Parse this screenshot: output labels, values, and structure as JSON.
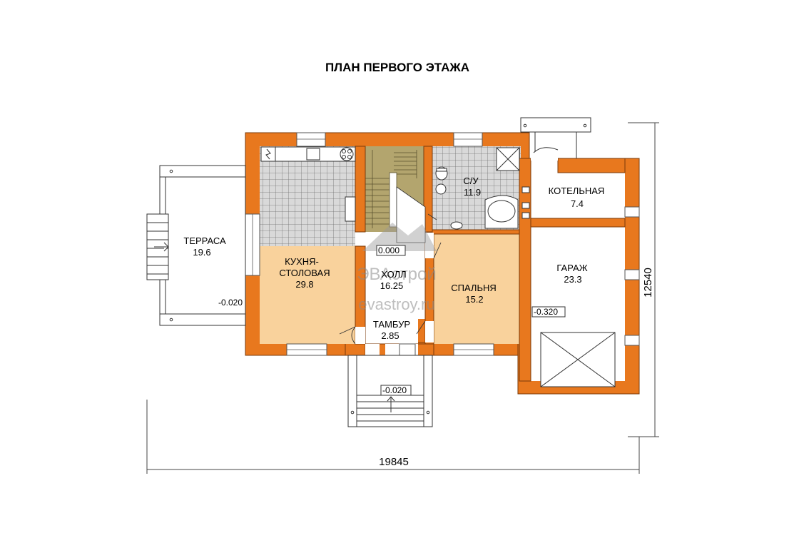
{
  "title": "ПЛАН ПЕРВОГО ЭТАЖА",
  "rooms": {
    "terrace": {
      "name": "ТЕРРАСА",
      "area": "19.6"
    },
    "kitchen": {
      "name_line1": "КУХНЯ-",
      "name_line2": "СТОЛОВАЯ",
      "area": "29.8"
    },
    "hall": {
      "name": "ХОЛЛ",
      "area": "16.25"
    },
    "bathroom": {
      "name": "С/У",
      "area": "11.9"
    },
    "bedroom": {
      "name": "СПАЛЬНЯ",
      "area": "15.2"
    },
    "boiler": {
      "name": "КОТЕЛЬНАЯ",
      "area": "7.4"
    },
    "garage": {
      "name": "ГАРАЖ",
      "area": "23.3"
    },
    "vestibule": {
      "name": "ТАМБУР",
      "area": "2.85"
    }
  },
  "levels": {
    "hall": "0.000",
    "terrace": "-0.020",
    "entrance": "-0.020",
    "garage": "-0.320"
  },
  "dimensions": {
    "width": "19845",
    "height": "12540"
  },
  "watermark": {
    "brand": "ЭВАстрой",
    "site": "evastroy.ru"
  },
  "colors": {
    "wall": "#e8781e",
    "wall_stroke": "#7a3a0a",
    "kitchen_floor": "#f9d29c",
    "bedroom_floor": "#f9d29c",
    "tile": "#cfcfcf",
    "stair": "#b3a56e"
  }
}
